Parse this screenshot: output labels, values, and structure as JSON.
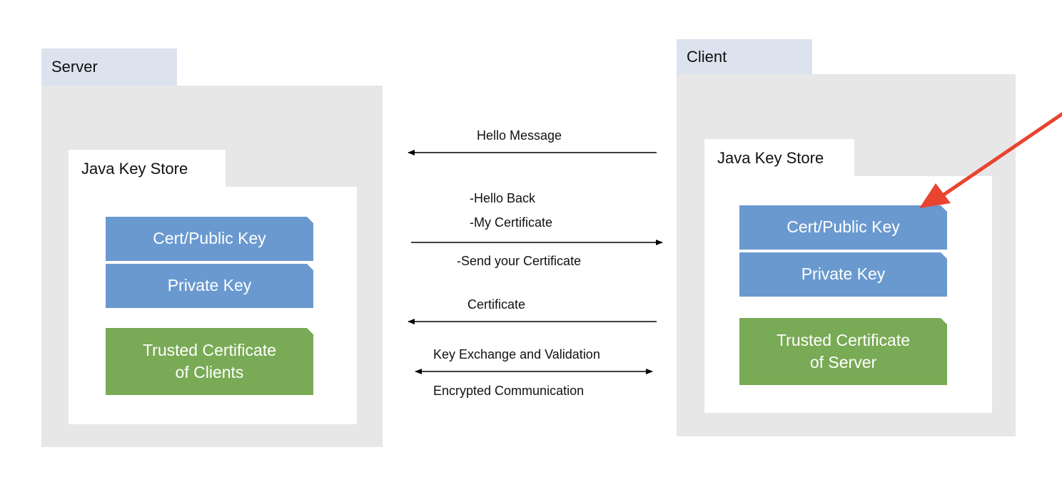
{
  "server": {
    "title": "Server",
    "keystore": {
      "title": "Java Key Store",
      "cert": "Cert/Public Key",
      "private": "Private Key",
      "trusted": "Trusted Certificate\nof Clients"
    }
  },
  "client": {
    "title": "Client",
    "keystore": {
      "title": "Java Key Store",
      "cert": "Cert/Public Key",
      "private": "Private Key",
      "trusted": "Trusted Certificate\nof Server"
    }
  },
  "messages": {
    "hello": "Hello Message",
    "hello_back": "-Hello Back",
    "my_cert": "-My Certificate",
    "send_cert": "-Send your Certificate",
    "certificate": "Certificate",
    "key_exchange": "Key Exchange and Validation",
    "encrypted": "Encrypted Communication"
  },
  "colors": {
    "panel_tab": "#dce3ef",
    "panel_body": "#e7e7e7",
    "blue_card": "#6a99cf",
    "green_card": "#79aa55",
    "annotation_arrow": "#e8442f"
  }
}
